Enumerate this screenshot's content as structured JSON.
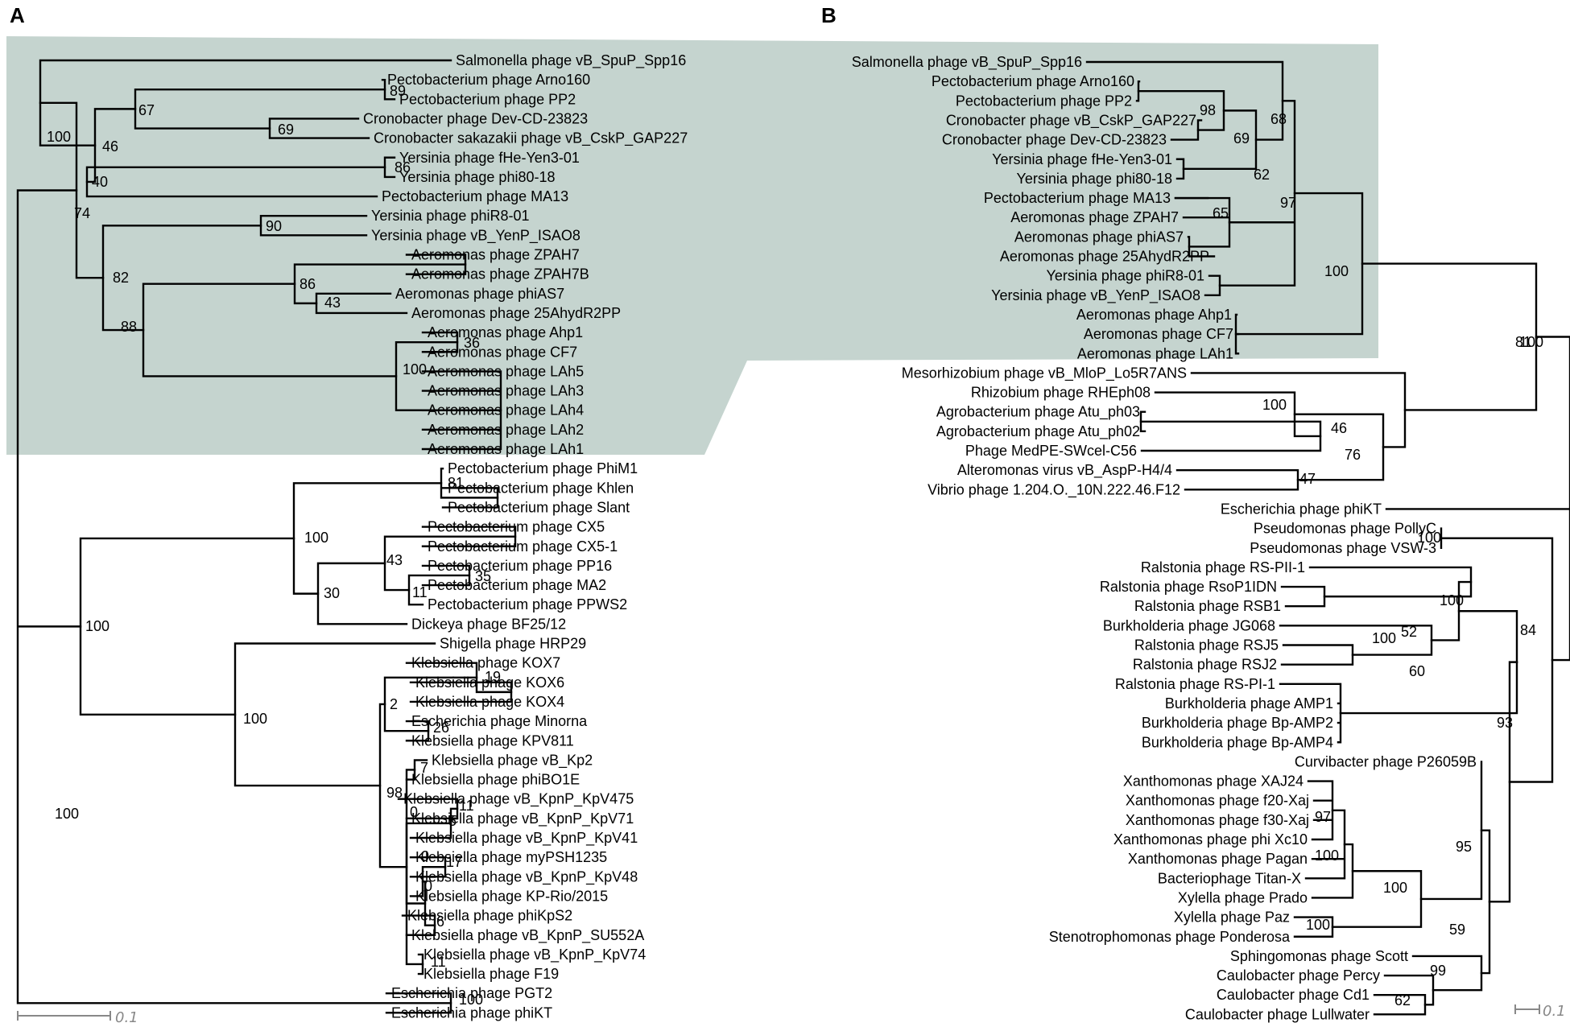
{
  "colors": {
    "highlight": "#c5d4cf",
    "line": "#000000",
    "scale": "#888888"
  },
  "panels": {
    "A": {
      "label": "A",
      "scale_label": "0.1",
      "leaves": [
        "Salmonella phage vB_SpuP_Spp16",
        "Pectobacterium phage Arno160",
        "Pectobacterium phage PP2",
        "Cronobacter phage Dev-CD-23823",
        "Cronobacter sakazakii phage vB_CskP_GAP227",
        "Yersinia phage fHe-Yen3-01",
        "Yersinia phage phi80-18",
        "Pectobacterium phage MA13",
        "Yersinia phage phiR8-01",
        "Yersinia phage vB_YenP_ISAO8",
        "Aeromonas phage ZPAH7",
        "Aeromonas phage ZPAH7B",
        "Aeromonas phage phiAS7",
        "Aeromonas phage 25AhydR2PP",
        "Aeromonas phage Ahp1",
        "Aeromonas phage CF7",
        "Aeromonas phage LAh5",
        "Aeromonas phage LAh3",
        "Aeromonas phage LAh4",
        "Aeromonas phage LAh2",
        "Aeromonas phage LAh1",
        "Pectobacterium phage PhiM1",
        "Pectobacterium phage Khlen",
        "Pectobacterium phage Slant",
        "Pectobacterium phage CX5",
        "Pectobacterium phage CX5-1",
        "Pectobacterium phage PP16",
        "Pectobacterium phage MA2",
        "Pectobacterium phage PPWS2",
        "Dickeya phage BF25/12",
        "Shigella phage HRP29",
        "Klebsiella phage KOX7",
        "Klebsiella phage KOX6",
        "Klebsiella phage KOX4",
        "Escherichia phage Minorna",
        "Klebsiella phage KPV811",
        "Klebsiella phage vB_Kp2",
        "Klebsiella phage phiBO1E",
        "Klebsiella phage vB_KpnP_KpV475",
        "Klebsiella phage vB_KpnP_KpV71",
        "Klebsiella phage vB_KpnP_KpV41",
        "Klebsiella phage myPSH1235",
        "Klebsiella phage vB_KpnP_KpV48",
        "Klebsiella phage KP-Rio/2015",
        "Klebsiella phage phiKpS2",
        "Klebsiella phage vB_KpnP_SU552A",
        "Klebsiella phage vB_KpnP_KpV74",
        "Klebsiella phage F19",
        "Escherichia phage PGT2",
        "Escherichia phage phiKT"
      ],
      "bootstraps": [
        "89",
        "67",
        "69",
        "100",
        "46",
        "86",
        "40",
        "74",
        "90",
        "82",
        "86",
        "43",
        "88",
        "36",
        "100",
        "81",
        "100",
        "43",
        "35",
        "11",
        "30",
        "100",
        "19",
        "2",
        "26",
        "100",
        "7",
        "98",
        "11",
        "0",
        "5",
        "0",
        "17",
        "0",
        "6",
        "11",
        "100",
        "100"
      ]
    },
    "B": {
      "label": "B",
      "scale_label": "0.1",
      "leaves": [
        "Salmonella phage vB_SpuP_Spp16",
        "Pectobacterium phage Arno160",
        "Pectobacterium phage PP2",
        "Cronobacter phage vB_CskP_GAP227",
        "Cronobacter phage Dev-CD-23823",
        "Yersinia phage fHe-Yen3-01",
        "Yersinia phage phi80-18",
        "Pectobacterium phage MA13",
        "Aeromonas phage ZPAH7",
        "Aeromonas phage phiAS7",
        "Aeromonas phage 25AhydR2PP",
        "Yersinia phage phiR8-01",
        "Yersinia phage vB_YenP_ISAO8",
        "Aeromonas phage Ahp1",
        "Aeromonas phage CF7",
        "Aeromonas phage LAh1",
        "Mesorhizobium phage vB_MloP_Lo5R7ANS",
        "Rhizobium phage RHEph08",
        "Agrobacterium phage Atu_ph03",
        "Agrobacterium phage Atu_ph02",
        "Phage MedPE-SWcel-C56",
        "Alteromonas virus vB_AspP-H4/4",
        "Vibrio phage 1.204.O._10N.222.46.F12",
        "Escherichia phage phiKT",
        "Pseudomonas phage PollyC",
        "Pseudomonas phage VSW-3",
        "Ralstonia phage RS-PII-1",
        "Ralstonia phage RsoP1IDN",
        "Ralstonia phage RSB1",
        "Burkholderia phage JG068",
        "Ralstonia phage RSJ5",
        "Ralstonia phage RSJ2",
        "Ralstonia phage RS-PI-1",
        "Burkholderia phage AMP1",
        "Burkholderia phage Bp-AMP2",
        "Burkholderia phage Bp-AMP4",
        "Curvibacter phage P26059B",
        "Xanthomonas phage XAJ24",
        "Xanthomonas phage f20-Xaj",
        "Xanthomonas phage f30-Xaj",
        "Xanthomonas phage phi Xc10",
        "Xanthomonas phage Pagan",
        "Bacteriophage Titan-X",
        "Xylella phage Prado",
        "Xylella phage Paz",
        "Stenotrophomonas phage Ponderosa",
        "Sphingomonas phage Scott",
        "Caulobacter phage Percy",
        "Caulobacter phage Cd1",
        "Caulobacter phage Lullwater"
      ],
      "bootstraps": [
        "98",
        "69",
        "62",
        "68",
        "65",
        "97",
        "100",
        "100",
        "100",
        "46",
        "76",
        "47",
        "100",
        "81",
        "100",
        "100",
        "52",
        "60",
        "84",
        "93",
        "97",
        "100",
        "100",
        "100",
        "95",
        "59",
        "99",
        "62"
      ]
    }
  }
}
